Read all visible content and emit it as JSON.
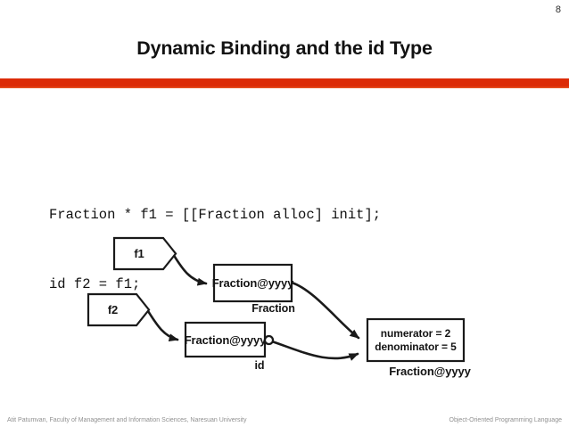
{
  "slide": {
    "page_number": "8",
    "title": "Dynamic Binding and the id Type",
    "accent_color": "#dc2b07",
    "code": {
      "lines": [
        "Fraction * f1 = [[Fraction alloc] init];",
        "id f2 = f1;"
      ]
    },
    "diagram": {
      "pointers": [
        {
          "label": "f1"
        },
        {
          "label": "f2"
        }
      ],
      "objects": [
        {
          "text": "Fraction@yyyy",
          "caption": "Fraction"
        },
        {
          "text": "Fraction@yyyy",
          "caption": "id"
        },
        {
          "line1": "numerator = 2",
          "line2": "denominator = 5",
          "caption": "Fraction@yyyy"
        }
      ]
    },
    "footer": {
      "left": "Atit Patumvan, Faculty of Management and Information Sciences, Naresuan University",
      "right": "Object-Oriented Programming Language"
    }
  }
}
